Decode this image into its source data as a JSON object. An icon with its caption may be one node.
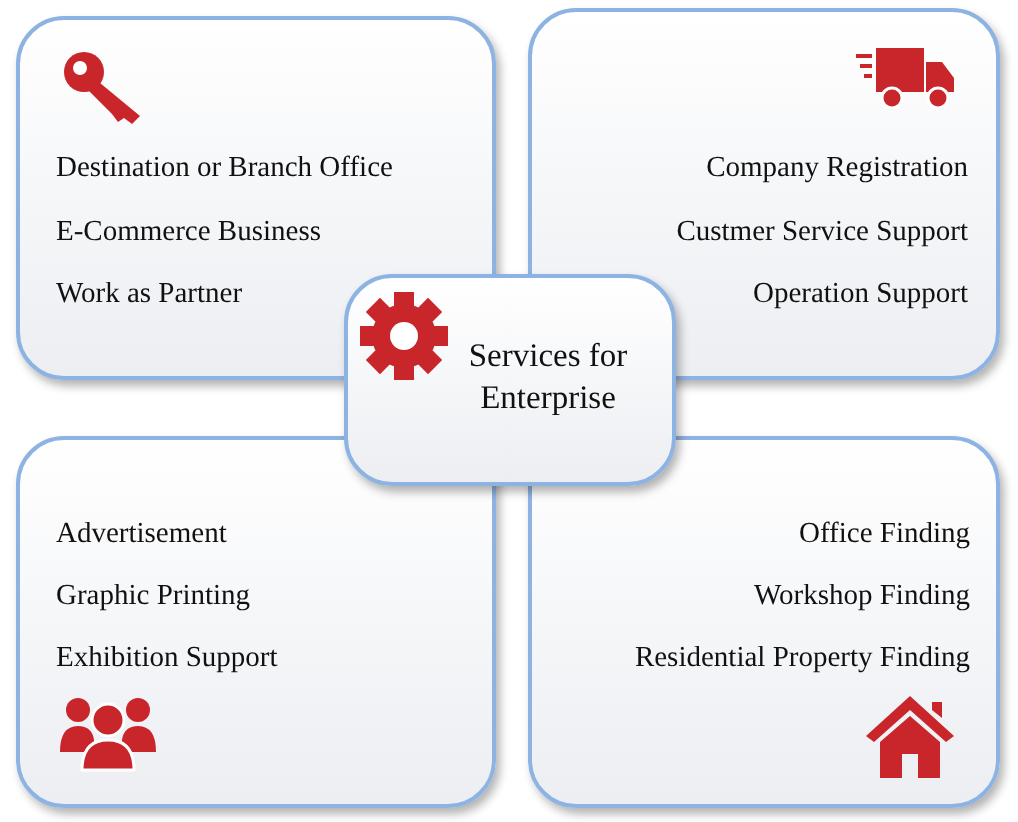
{
  "diagram": {
    "nodes": [
      {
        "text": [
          "Destination or Branch Office",
          "E-Commerce Business",
          "Work as Partner"
        ]
      },
      {
        "text": [
          "Company Registration",
          "Custmer Service Support",
          "Operation Support"
        ]
      },
      {
        "text": [
          "Services for Enterprise"
        ]
      },
      {
        "text": [
          "Advertisement",
          "Graphic Printing",
          "Exhibition Support"
        ]
      },
      {
        "text": [
          "Office Finding",
          "Workshop Finding",
          "Residential Property Finding"
        ]
      }
    ]
  }
}
